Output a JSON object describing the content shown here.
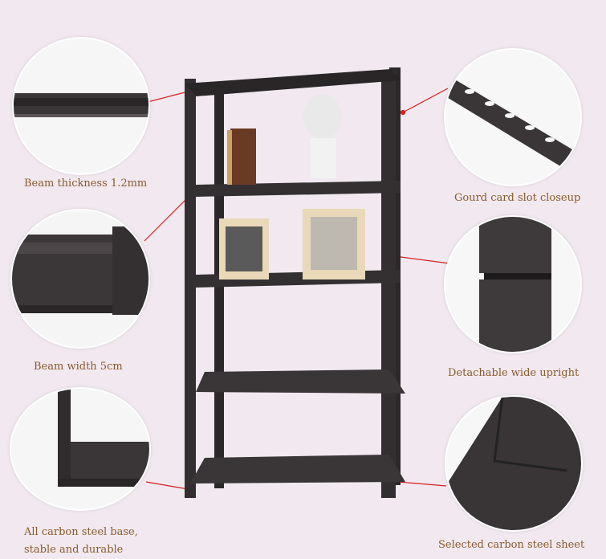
{
  "callouts": {
    "beam_thickness": "Beam thickness 1.2mm",
    "beam_width": "Beam width 5cm",
    "carbon_base_line1": "All carbon steel base,",
    "carbon_base_line2": "stable and durable",
    "gourd_slot": "Gourd card slot closeup",
    "upright": "Detachable wide upright",
    "steel_sheet": "Selected carbon steel sheet"
  },
  "colors": {
    "background": "#f1e9ef",
    "caption_text": "#8a5a2b",
    "leader_line": "#d62020",
    "steel": "#2e2a2c"
  },
  "icons": {
    "product": "metal-shelving-unit-photo"
  }
}
